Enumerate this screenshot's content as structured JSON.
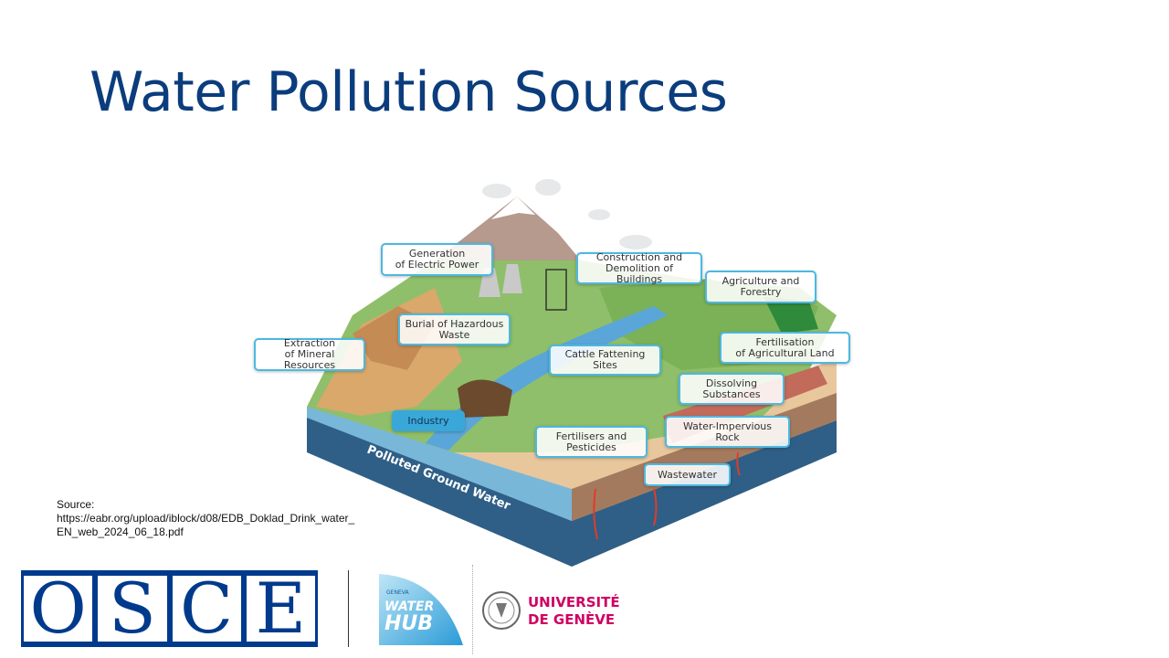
{
  "slide": {
    "title": "Water Pollution Sources",
    "source_line1": "Source:",
    "source_url": "https://eabr.org/upload/iblock/d08/EDB_Doklad_Drink_water_EN_web_2024_06_18.pdf"
  },
  "diagram": {
    "labels": {
      "generation": "Generation\nof Electric Power",
      "construction": "Construction and\nDemolition of Buildings",
      "agriculture": "Agriculture and\nForestry",
      "extraction": "Extraction\nof Mineral Resources",
      "burial": "Burial of Hazardous\nWaste",
      "fertilisation": "Fertilisation\nof Agricultural Land",
      "cattle": "Cattle Fattening\nSites",
      "dissolving": "Dissolving\nSubstances",
      "industry": "Industry",
      "impervious": "Water-Impervious\nRock",
      "fertilisers": "Fertilisers and\nPesticides",
      "wastewater": "Wastewater",
      "ground_water": "Polluted Ground Water"
    }
  },
  "logos": {
    "osce_letters": [
      "O",
      "S",
      "C",
      "E"
    ],
    "hub_small": "GENEVA",
    "hub_word1": "WATER",
    "hub_word2": "HUB",
    "unige_line1": "UNIVERSITÉ",
    "unige_line2": "DE GENÈVE"
  },
  "colors": {
    "title": "#0b3d7d",
    "osce_blue": "#003a8c",
    "unige_pink": "#cf0063",
    "label_border": "#4db8e0"
  }
}
